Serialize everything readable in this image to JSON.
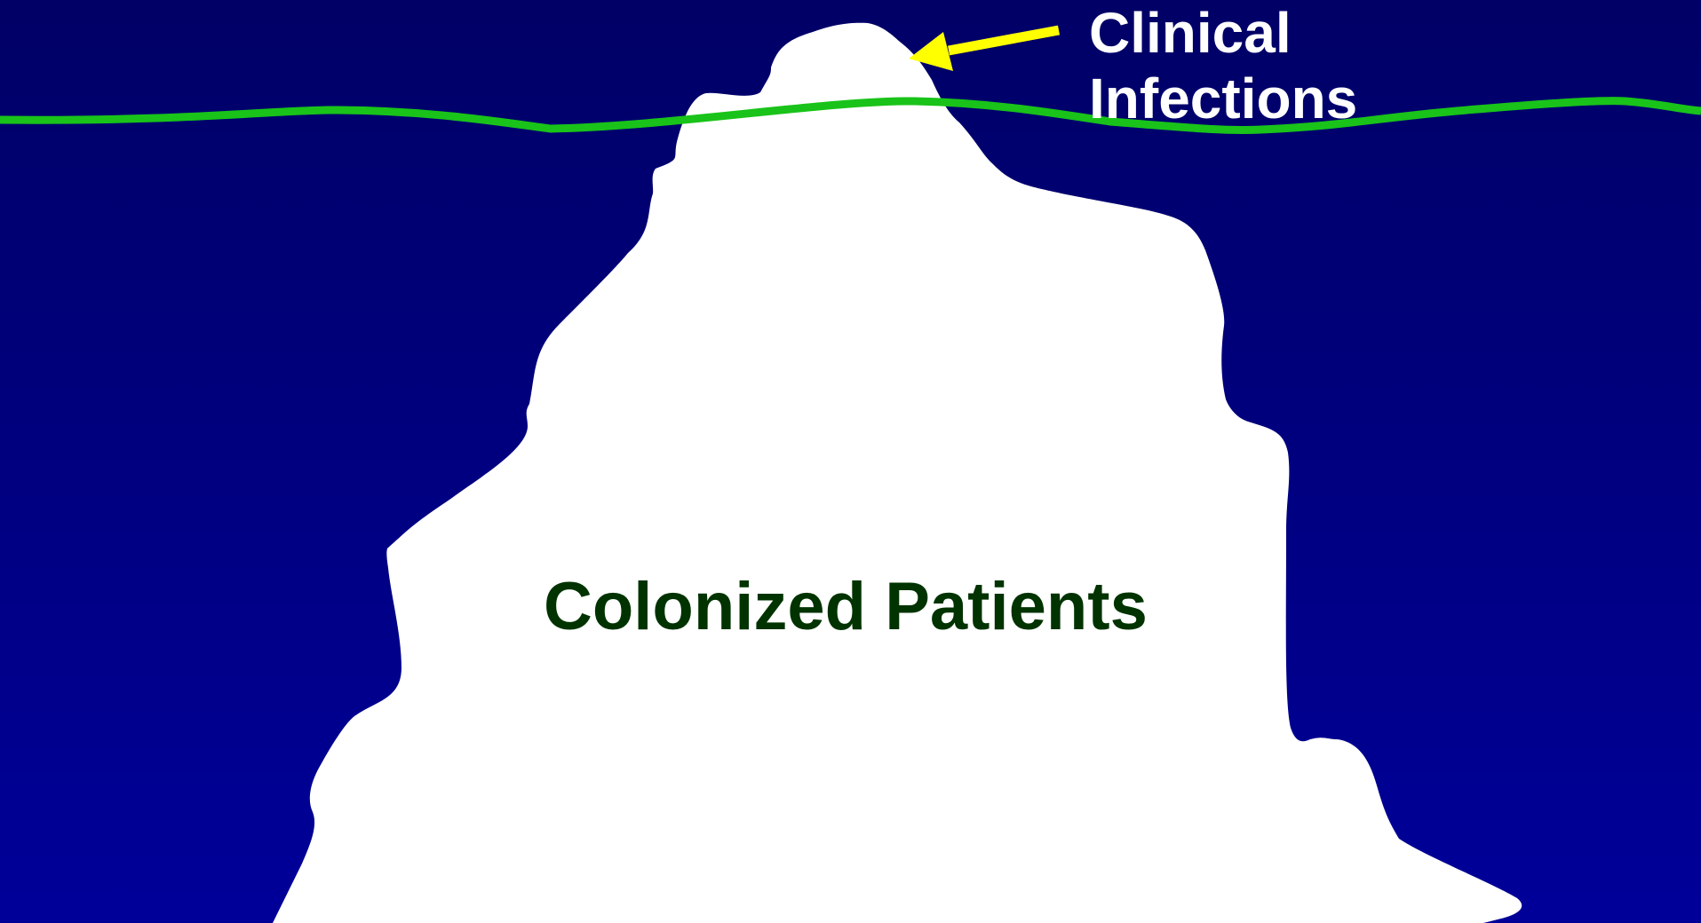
{
  "colors": {
    "background_top": "#000066",
    "background_bottom": "#000099",
    "iceberg": "#ffffff",
    "waterline": "#19c319",
    "arrow": "#ffff00",
    "clinical_text": "#ffffff",
    "colonized_text": "#003300"
  },
  "labels": {
    "clinical_line1": "Clinical",
    "clinical_line2": "Infections",
    "colonized": "Colonized Patients"
  },
  "icons": {
    "iceberg": "iceberg-shape",
    "waterline": "waterline-curve",
    "arrow": "arrow-pointer"
  }
}
